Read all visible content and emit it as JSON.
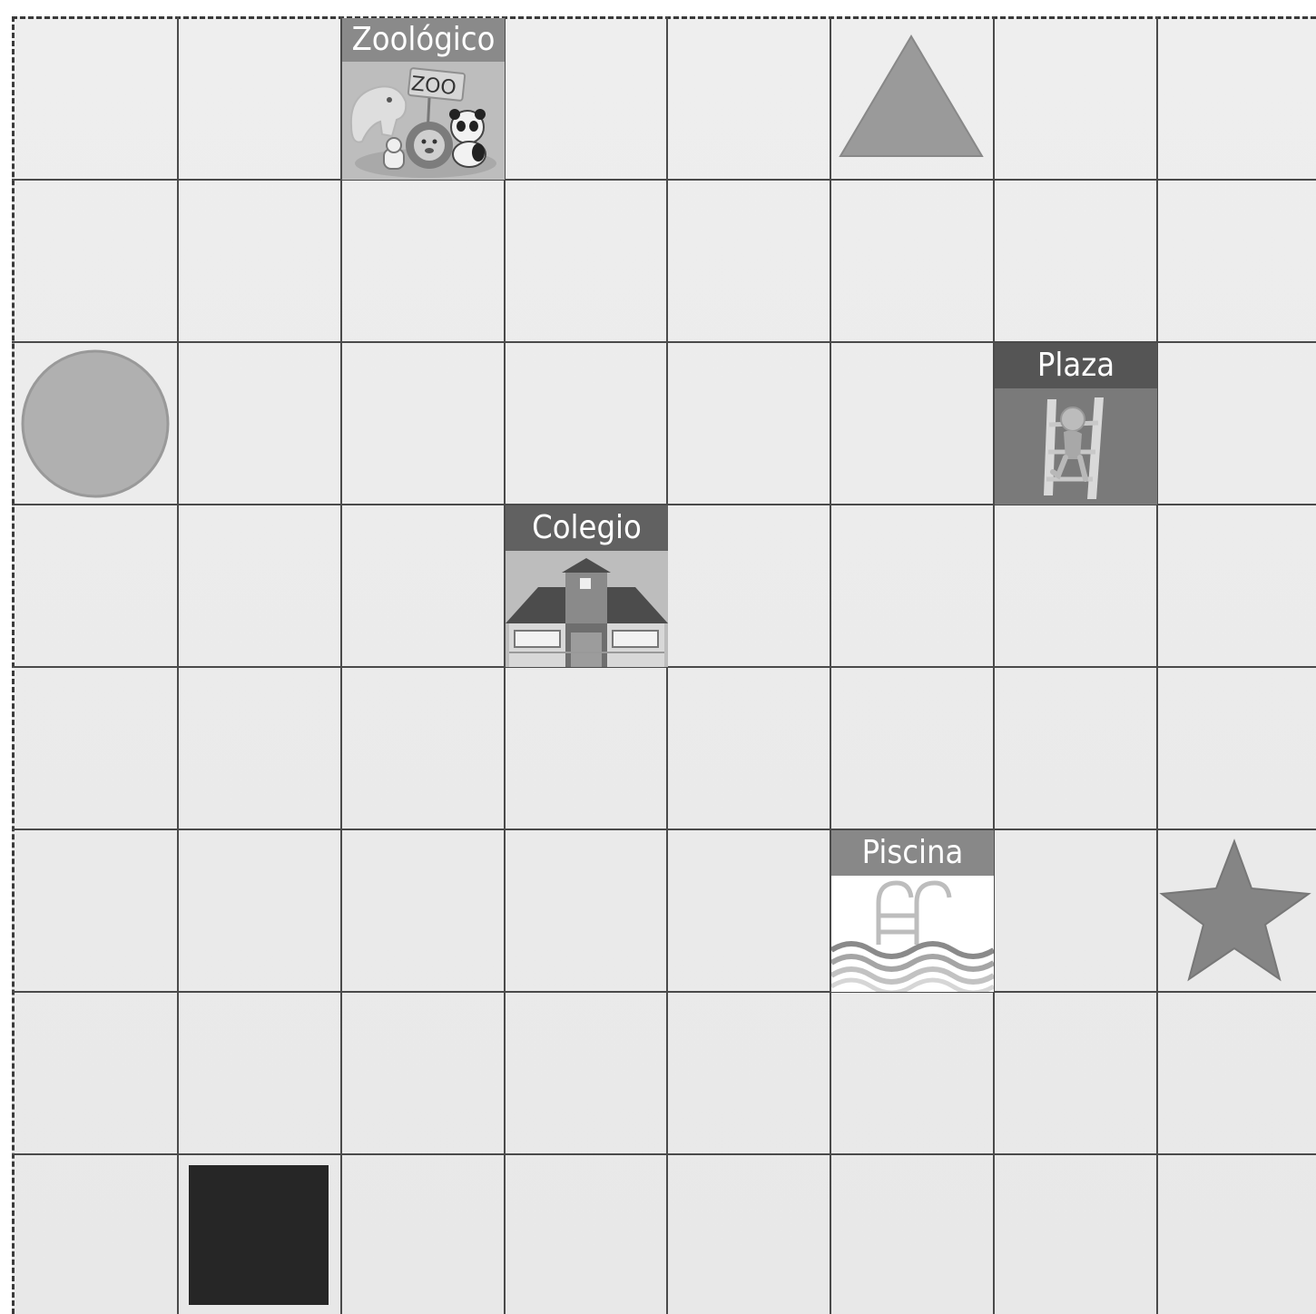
{
  "board": {
    "rows": 8,
    "columns": 8,
    "background": "#ebebeb",
    "grid_color": "#4a4a4a"
  },
  "places": [
    {
      "id": "zoo",
      "label": "Zoológico",
      "row": 1,
      "col": 3,
      "icon": "zoo-animals-icon",
      "sign": "ZOO",
      "header_color": "#8a8a8a"
    },
    {
      "id": "plaza",
      "label": "Plaza",
      "row": 3,
      "col": 7,
      "icon": "playground-climber-icon",
      "header_color": "#555555"
    },
    {
      "id": "colegio",
      "label": "Colegio",
      "row": 4,
      "col": 4,
      "icon": "school-building-icon",
      "header_color": "#616161"
    },
    {
      "id": "piscina",
      "label": "Piscina",
      "row": 6,
      "col": 6,
      "icon": "swimming-pool-icon",
      "header_color": "#888888"
    }
  ],
  "shapes": [
    {
      "id": "triangle",
      "icon": "triangle-icon",
      "row": 1,
      "col": 6,
      "color": "#9a9a9a"
    },
    {
      "id": "circle",
      "icon": "circle-icon",
      "row": 3,
      "col": 1,
      "color": "#b0b0b0"
    },
    {
      "id": "star",
      "icon": "star-icon",
      "row": 6,
      "col": 8,
      "color": "#858585"
    },
    {
      "id": "square",
      "icon": "square-icon",
      "row": 8,
      "col": 2,
      "color": "#262626"
    }
  ]
}
